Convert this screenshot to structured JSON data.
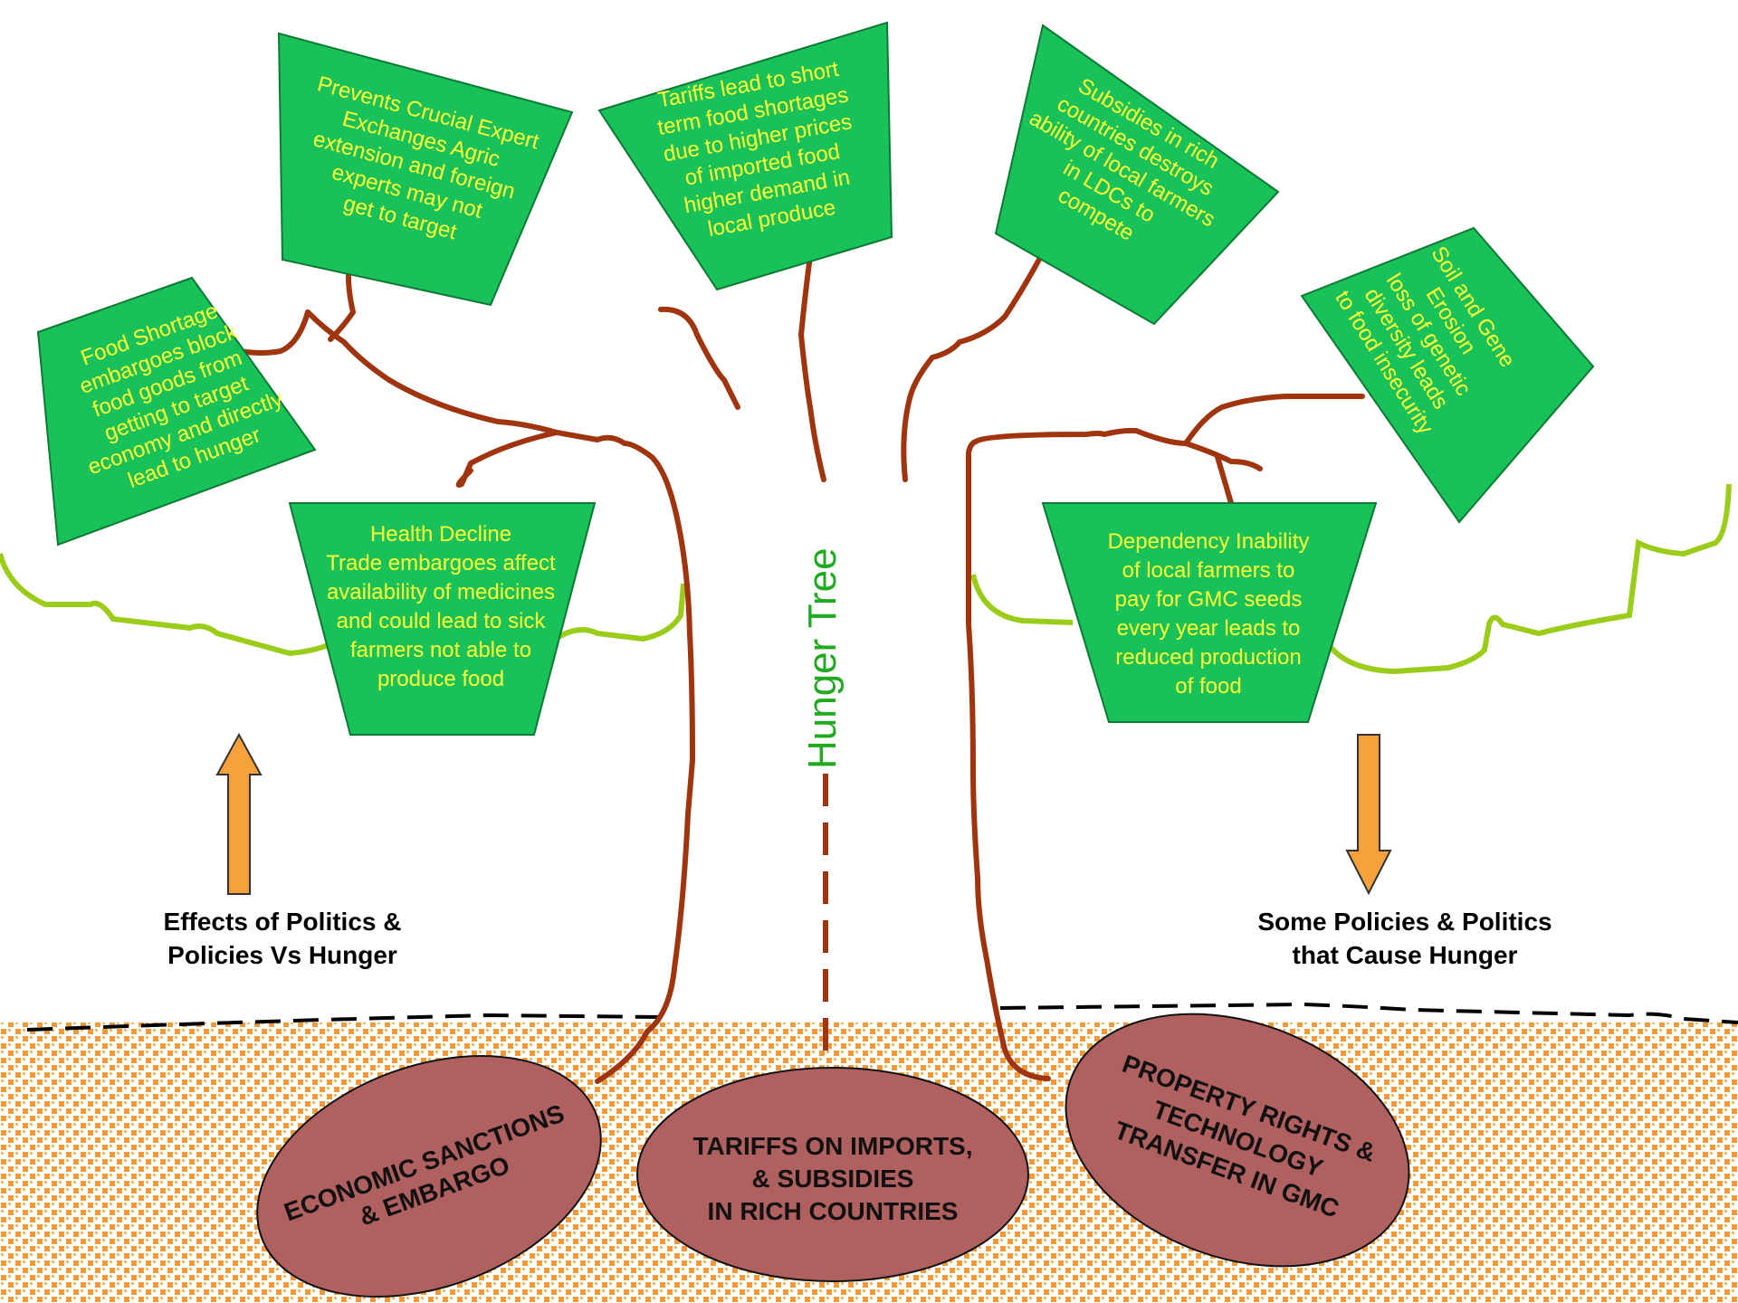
{
  "colors": {
    "leaf_fill": "#19c15a",
    "leaf_stroke": "#0c7a33",
    "leaf_text": "#ffff33",
    "branch": "#a0340f",
    "canopy_line": "#9ccc1a",
    "root_fill": "#b0605f",
    "soil_orange": "#f29a3a",
    "arrow": "#f7a13c",
    "trunk_label": "#1faa1f"
  },
  "trunk_label": "Hunger Tree",
  "leaves": {
    "food_shortage": [
      "Food  Shortage",
      "embargoes block",
      "food goods from",
      "getting to target",
      "economy and directly",
      "lead to hunger"
    ],
    "prevents_exchanges": [
      "Prevents Crucial Expert",
      "Exchanges Agric",
      "extension and foreign",
      "experts may not",
      "get to target"
    ],
    "tariffs_short": [
      "Tariffs lead to short",
      "term food shortages",
      "due to higher prices",
      "of imported food",
      "higher demand in",
      "local produce"
    ],
    "subsidies": [
      "Subsidies in rich",
      "countries destroys",
      "ability of local farmers",
      "in LDCs to",
      "compete"
    ],
    "soil_gene": [
      "Soil and Gene",
      "Erosion",
      "loss of genetic",
      "diversity leads",
      "to food insecurity"
    ],
    "health_decline": [
      "Health Decline",
      "Trade embargoes affect",
      "availability of medicines",
      "and could lead to sick",
      "farmers not able to",
      "produce food"
    ],
    "dependency": [
      "Dependency Inability",
      "of local farmers to",
      "pay for GMC seeds",
      "every year leads to",
      "reduced production",
      "of food"
    ]
  },
  "roots": {
    "sanctions": [
      "ECONOMIC SANCTIONS",
      "& EMBARGO"
    ],
    "tariffs": [
      "TARIFFS ON IMPORTS,",
      "& SUBSIDIES",
      "IN RICH COUNTRIES"
    ],
    "property": [
      "PROPERTY RIGHTS &",
      "TECHNOLOGY",
      "TRANSFER IN GMC"
    ]
  },
  "captions": {
    "left": [
      "Effects of Politics &",
      "Policies Vs Hunger"
    ],
    "right": [
      "Some Policies & Politics",
      "that Cause Hunger"
    ]
  },
  "icons": {
    "left_arrow": "up-arrow-icon",
    "right_arrow": "down-arrow-icon"
  }
}
